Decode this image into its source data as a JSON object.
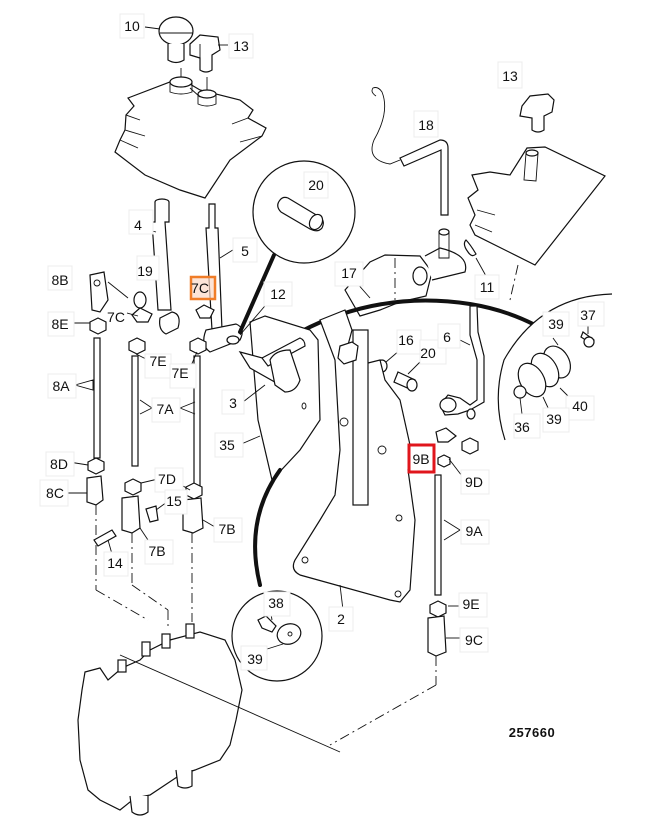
{
  "document": {
    "type": "exploded parts diagram",
    "subject": "control lever linkage assembly",
    "drawing_number": "257660"
  },
  "highlights": {
    "primary": {
      "label": "7C",
      "color": "#f07d28"
    },
    "secondary": {
      "label": "9B",
      "color": "#e0161c"
    }
  },
  "labels": {
    "l10": "10",
    "l13a": "13",
    "l13b": "13",
    "l18": "18",
    "l20a": "20",
    "l4": "4",
    "l5": "5",
    "l19": "19",
    "l8b": "8B",
    "l7c_a": "7C",
    "l7c_b": "7C",
    "l8e": "8E",
    "l12": "12",
    "l17": "17",
    "l11": "11",
    "l7e_a": "7E",
    "l7e_b": "7E",
    "l16": "16",
    "l20b": "20",
    "l6": "6",
    "l39a": "39",
    "l37": "37",
    "l40": "40",
    "l36": "36",
    "l39b": "39",
    "l8a": "8A",
    "l7a": "7A",
    "l3": "3",
    "l35": "35",
    "l9b": "9B",
    "l9d": "9D",
    "l8d": "8D",
    "l7d": "7D",
    "l8c": "8C",
    "l15": "15",
    "l7b_a": "7B",
    "l7b_b": "7B",
    "l9a": "9A",
    "l14": "14",
    "l38": "38",
    "l39c": "39",
    "l2": "2",
    "l9e": "9E",
    "l9c": "9C"
  }
}
